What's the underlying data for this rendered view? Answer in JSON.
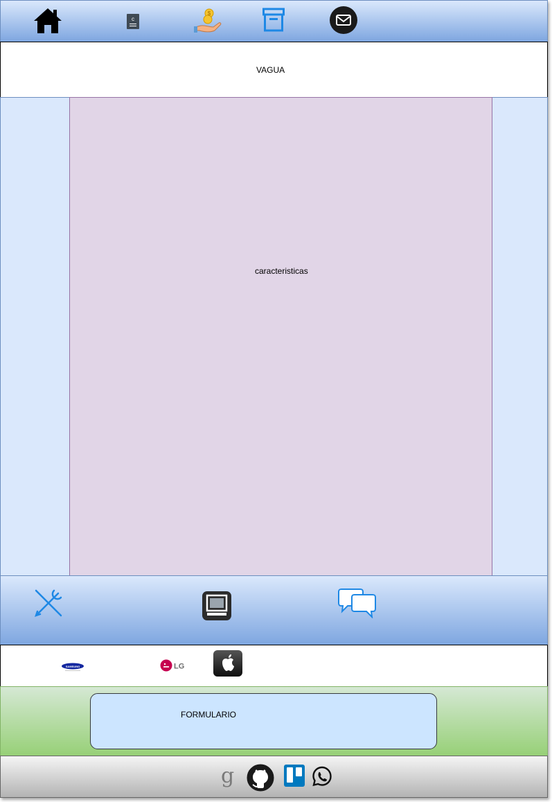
{
  "header": {
    "title": "VAGUA"
  },
  "main": {
    "label": "caracteristicas"
  },
  "form": {
    "label": "FORMULARIO"
  },
  "brands": {
    "samsung": "SAMSUNG",
    "lg": "LG"
  },
  "footer": {
    "google": "g"
  },
  "icons": {
    "nav": [
      "home-icon",
      "document-icon",
      "money-hand-icon",
      "archive-box-icon",
      "mail-icon"
    ],
    "services": [
      "tools-icon",
      "computer-icon",
      "chat-icon"
    ],
    "brands": [
      "samsung-logo",
      "lg-logo",
      "apple-logo"
    ],
    "footer": [
      "google-icon",
      "github-icon",
      "trello-icon",
      "whatsapp-icon"
    ]
  },
  "colors": {
    "nav_gradient": [
      "#dae8fc",
      "#7ea6e0"
    ],
    "side": "#dae8fc",
    "content": "#e1d5e7",
    "form_band": [
      "#d5e8d4",
      "#97d077"
    ],
    "form_box": "#cce5ff",
    "footer_gradient": [
      "#f5f5f5",
      "#b3b3b3"
    ],
    "accent_blue": "#1e88e5"
  }
}
